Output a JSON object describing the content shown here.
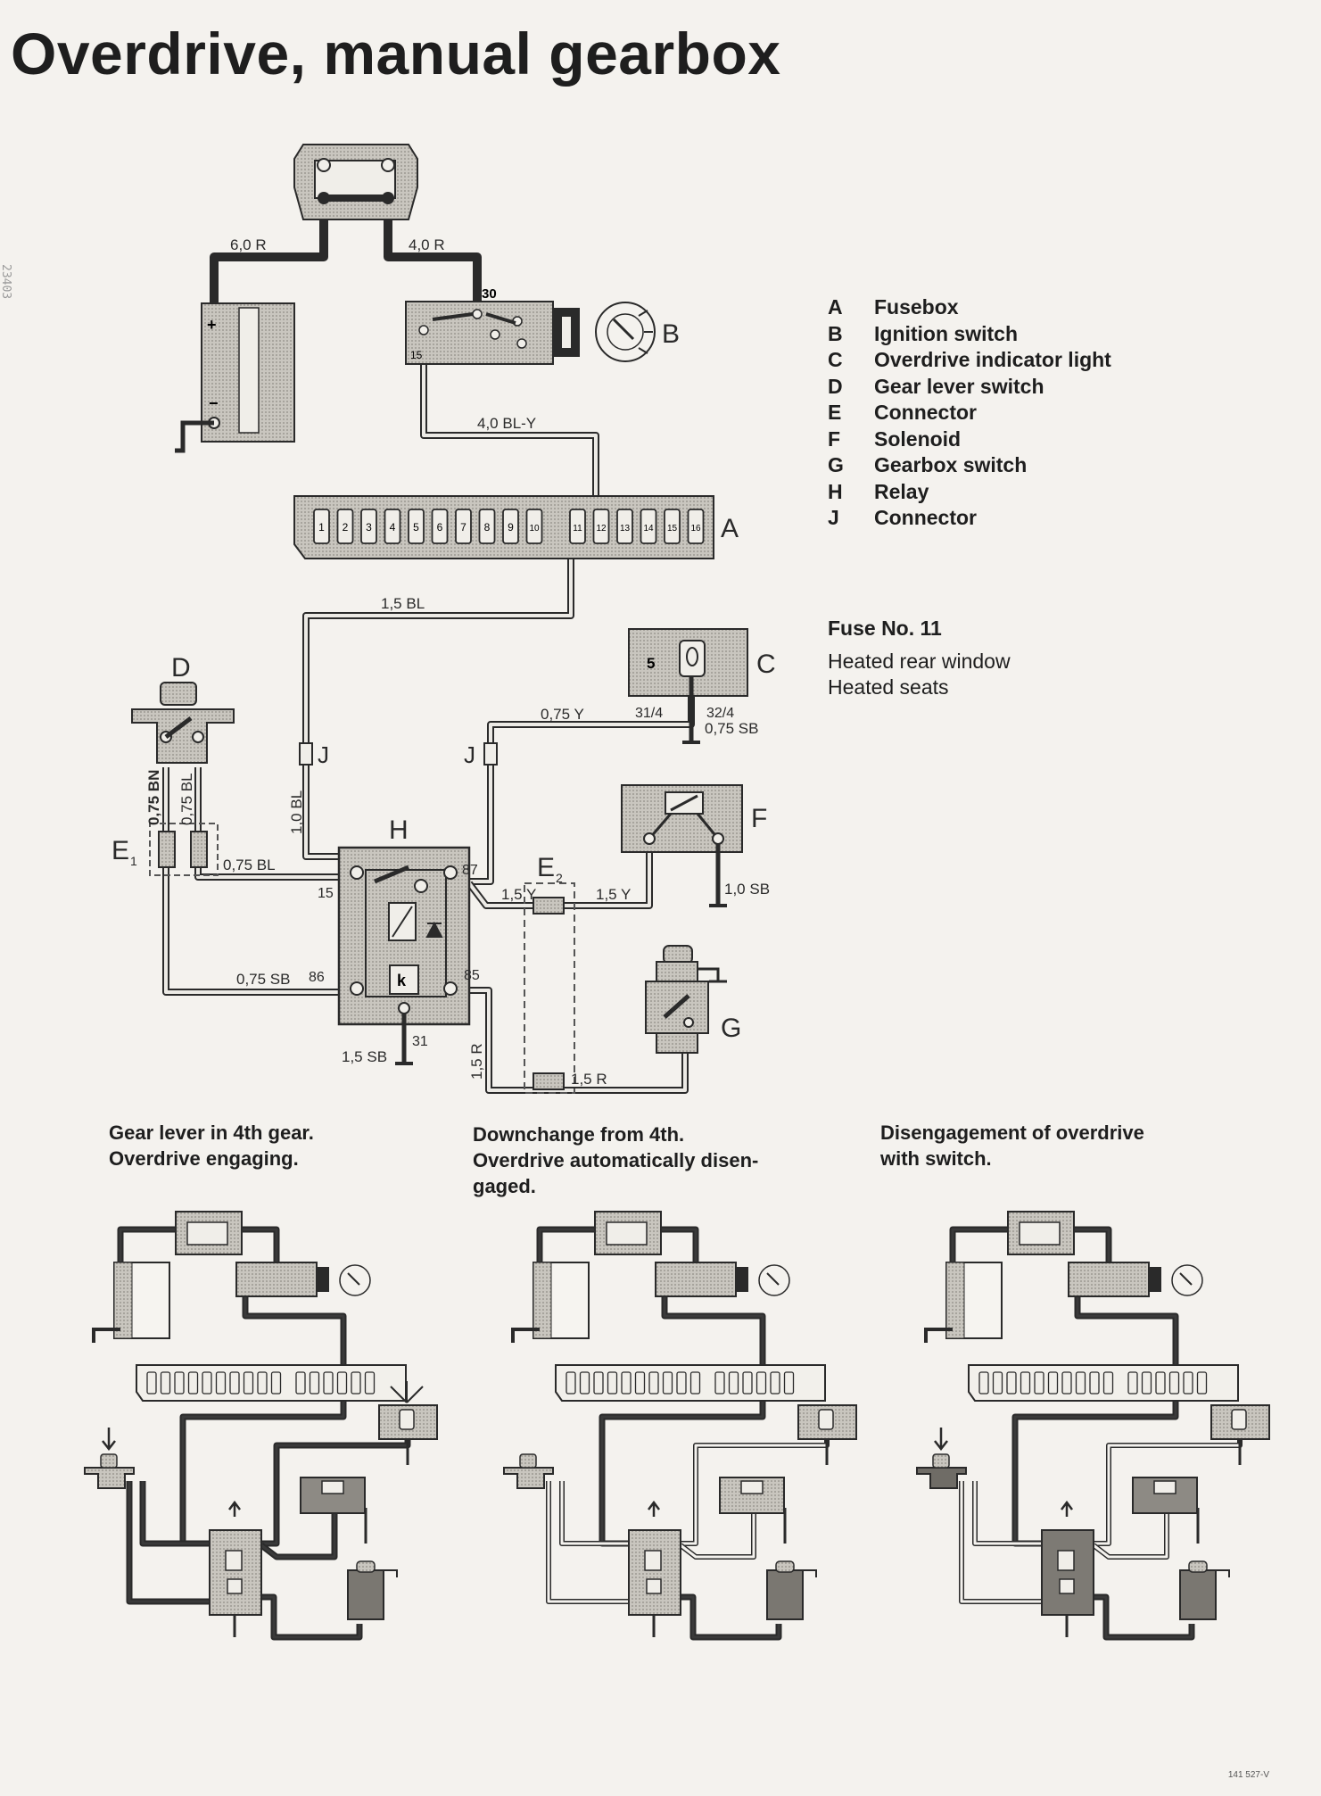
{
  "title": "Overdrive, manual gearbox",
  "margin_code": "23403",
  "legend": [
    {
      "key": "A",
      "label": "Fusebox"
    },
    {
      "key": "B",
      "label": "Ignition switch"
    },
    {
      "key": "C",
      "label": "Overdrive indicator light"
    },
    {
      "key": "D",
      "label": "Gear lever switch"
    },
    {
      "key": "E",
      "label": "Connector"
    },
    {
      "key": "F",
      "label": "Solenoid"
    },
    {
      "key": "G",
      "label": "Gearbox switch"
    },
    {
      "key": "H",
      "label": "Relay"
    },
    {
      "key": "J",
      "label": "Connector"
    }
  ],
  "fuse": {
    "title": "Fuse No. 11",
    "items": [
      "Heated rear window",
      "Heated seats"
    ]
  },
  "component_letters": {
    "a": "A",
    "b": "B",
    "c": "C",
    "d": "D",
    "e1": "E",
    "e1_sub": "1",
    "e2": "E",
    "e2_sub": "2",
    "f": "F",
    "g": "G",
    "h": "H",
    "j_left": "J",
    "j_right": "J"
  },
  "fusebox_slots": [
    "1",
    "2",
    "3",
    "4",
    "5",
    "6",
    "7",
    "8",
    "9",
    "10",
    "11",
    "12",
    "13",
    "14",
    "15",
    "16"
  ],
  "wires": {
    "battery_feed": "6,0 R",
    "ignition_feed": "4,0 R",
    "ignition_to_fusebox": "4,0 BL-Y",
    "fuse_to_relay": "1,5 BL",
    "relay_feed": "1,0 BL",
    "switch_left": "0,75 BN",
    "switch_right": "0,75 BL",
    "e1_to_15": "0,75 BL",
    "e1_to_86": "0,75 SB",
    "to_indicator": "0,75 Y",
    "indicator_ground": "0,75 SB",
    "relay_to_e2": "1,5 Y",
    "e2_to_solenoid": "1,5 Y",
    "solenoid_ground": "1,0 SB",
    "relay_ground": "1,5 SB",
    "relay_to_e2_lower": "1,5 R",
    "e2_to_gearbox": "1,5 R"
  },
  "terminals": {
    "ign_30": "30",
    "ign_15": "15",
    "relay_15": "15",
    "relay_87": "87",
    "relay_86": "86",
    "relay_85": "85",
    "relay_31": "31",
    "ind_31_4": "31/4",
    "ind_32_4": "32/4",
    "ind_bulb": "5"
  },
  "captions": [
    {
      "line1": "Gear lever in 4th gear.",
      "line2": "Overdrive engaging.",
      "line3": ""
    },
    {
      "line1": "Downchange from 4th.",
      "line2": "Overdrive automatically disen-",
      "line3": "gaged."
    },
    {
      "line1": "Disengagement of overdrive",
      "line2": "with switch.",
      "line3": ""
    }
  ],
  "footer_code": "141 527-V",
  "colors": {
    "wire_stroke": "#2a2a2a",
    "wire_fill": "#eceae5",
    "component_fill": "#b8b5ae",
    "active_wire": "#3a3a3a"
  }
}
